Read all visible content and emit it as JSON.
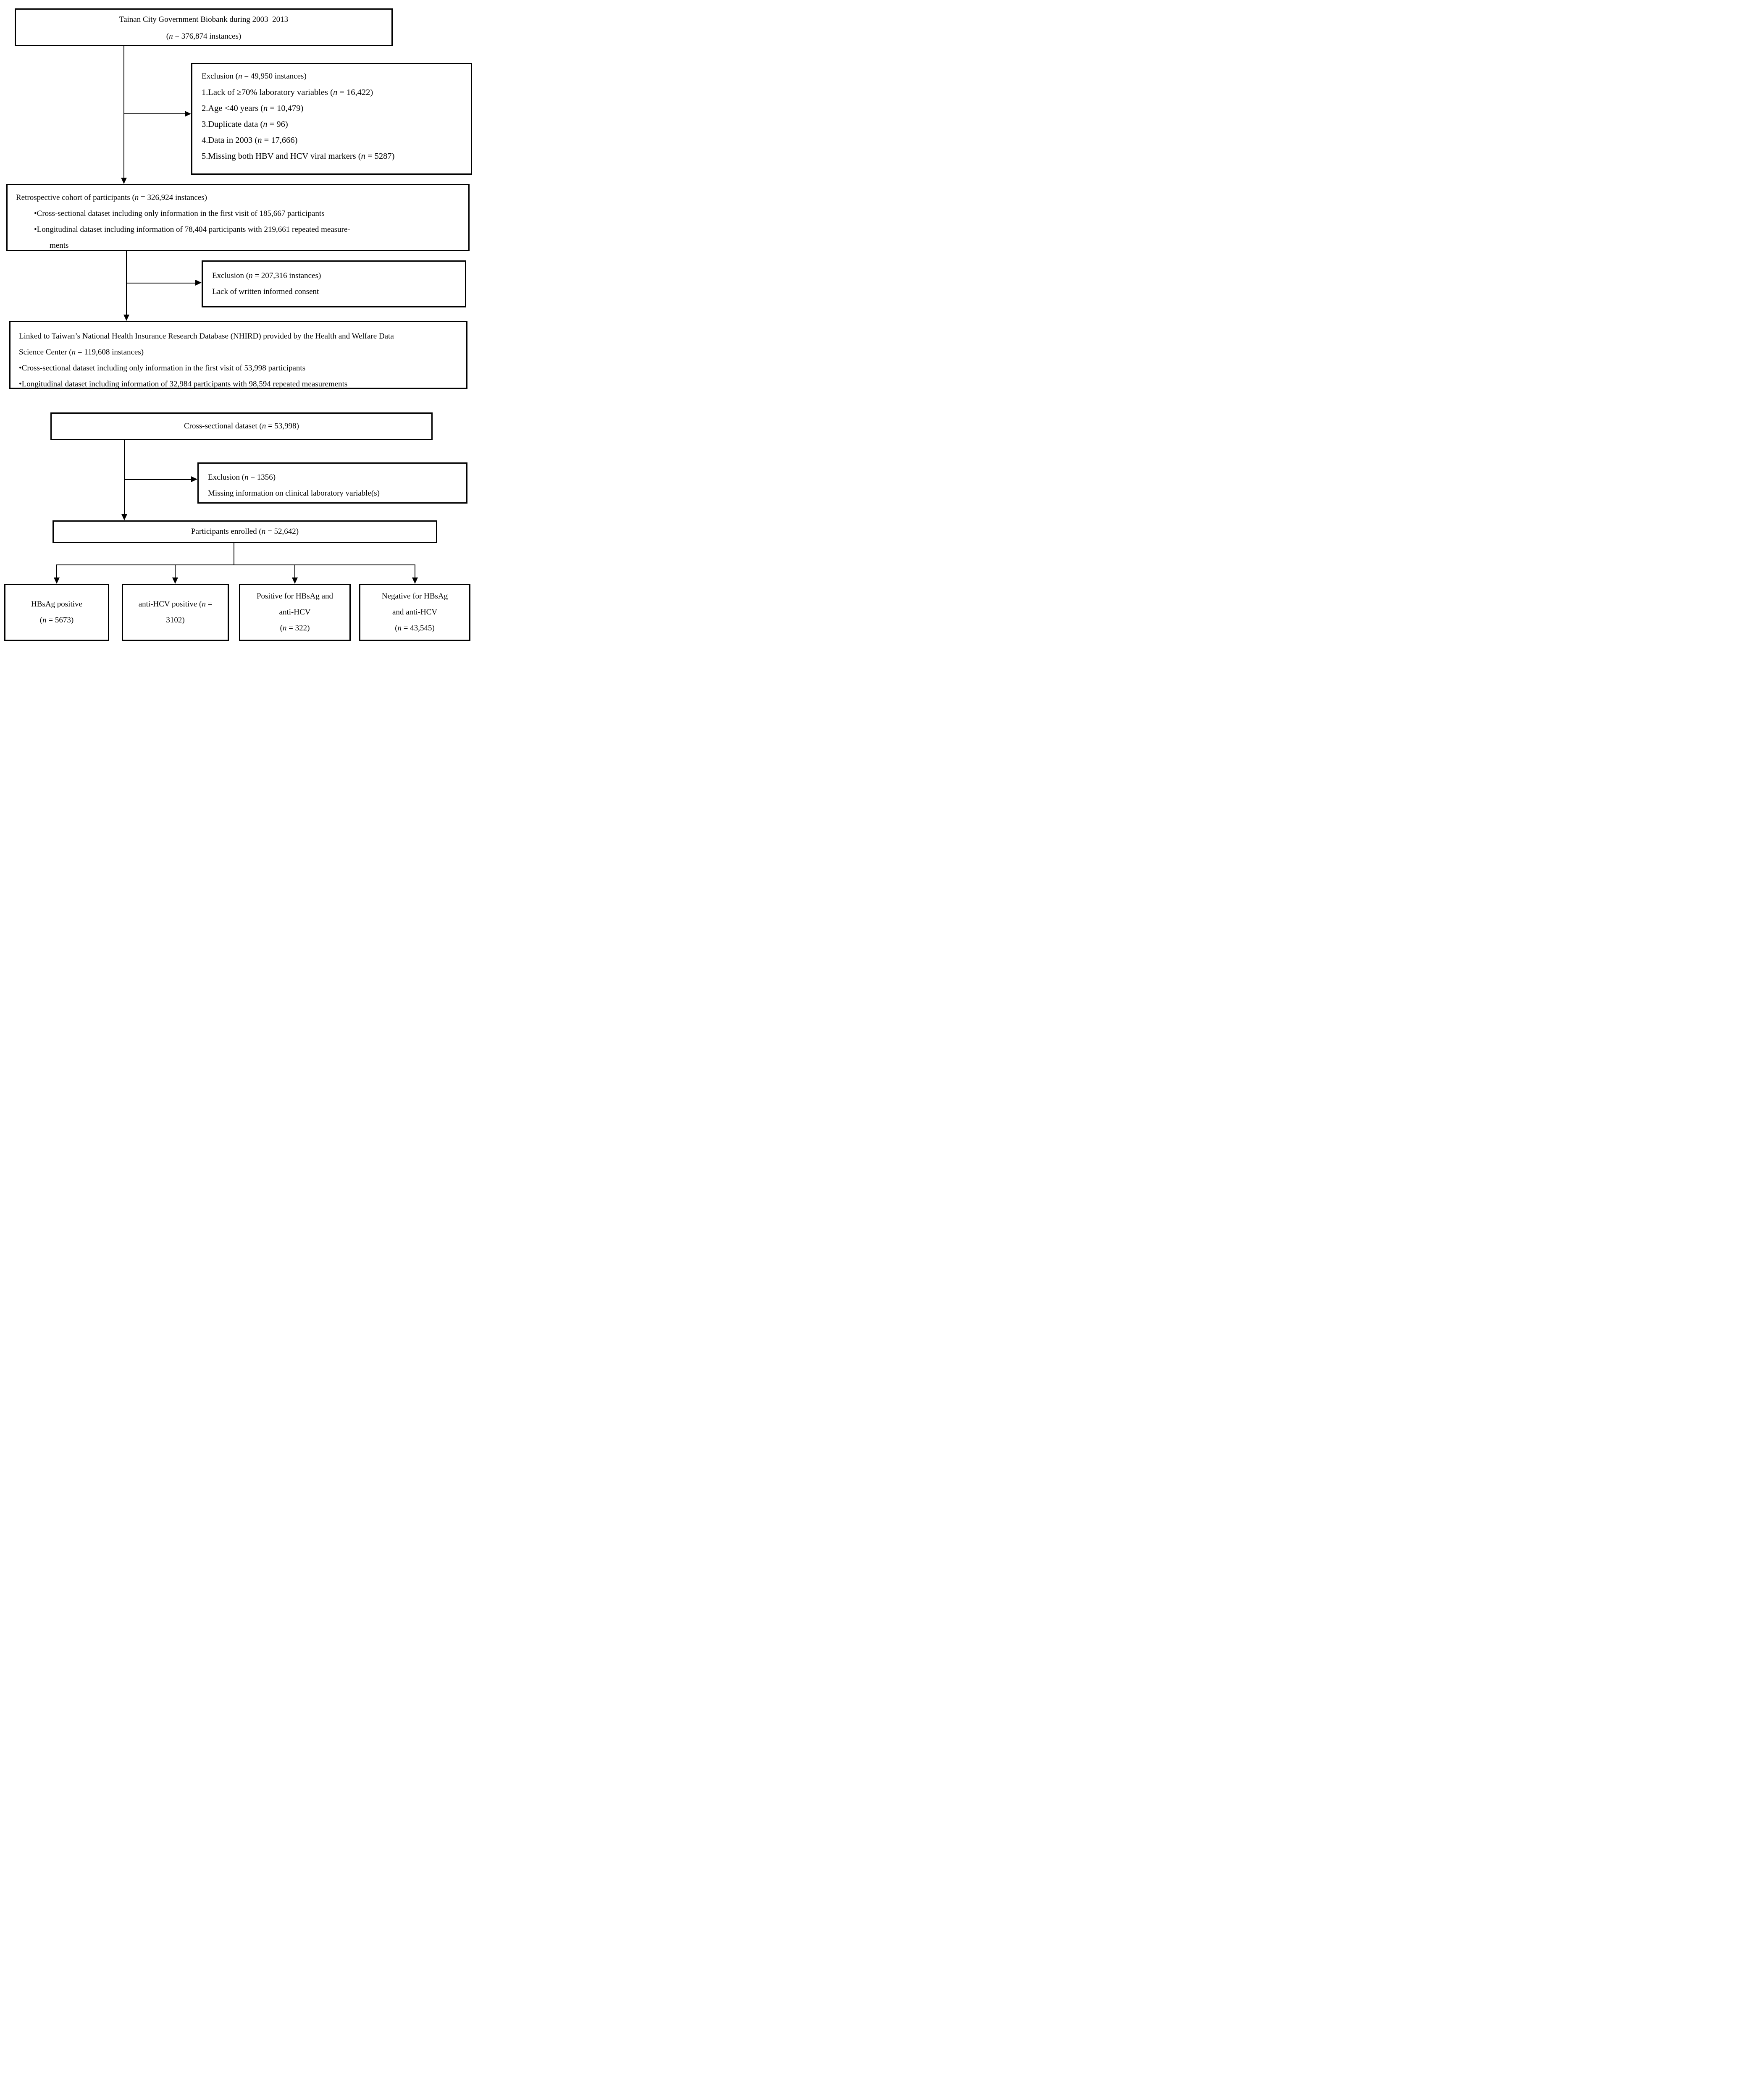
{
  "diagram": {
    "type": "study-flowchart",
    "line_color": "#000000",
    "background_color": "#ffffff",
    "boxes": {
      "biobank": {
        "line1": "Tainan City Government Biobank during 2003–2013",
        "line2": "(n = 376,874 instances)"
      },
      "exclusion1": {
        "header": "Exclusion (n = 49,950 instances)",
        "items": [
          "1.Lack of ≥70% laboratory variables (n = 16,422)",
          "2.Age <40 years (n = 10,479)",
          "3.Duplicate data (n = 96)",
          "4.Data in 2003 (n = 17,666)",
          "5.Missing both HBV and HCV viral markers (n = 5287)"
        ]
      },
      "retrospective": {
        "header": "Retrospective cohort of participants (n = 326,924 instances)",
        "bullet1": "•Cross-sectional dataset including only information in the first visit of 185,667 participants",
        "bullet2": "•Longitudinal dataset including information of 78,404 participants with 219,661 repeated measure-",
        "bullet2_continuation": "ments"
      },
      "exclusion2": {
        "line1": "Exclusion (n = 207,316 instances)",
        "line2": "Lack of written informed consent"
      },
      "nhird": {
        "line1": "Linked to Taiwan’s National Health Insurance Research Database (NHIRD) provided by the Health and Welfare Data",
        "line2": "Science Center (n = 119,608 instances)",
        "bullet1": "•Cross-sectional dataset including only information in the first visit of 53,998 participants",
        "bullet2": "•Longitudinal dataset including information of 32,984 participants with 98,594 repeated measurements"
      },
      "cross_sectional": {
        "line1": "Cross-sectional dataset (n = 53,998)"
      },
      "exclusion3": {
        "line1": "Exclusion (n = 1356)",
        "line2": "Missing information on clinical laboratory variable(s)"
      },
      "enrolled": {
        "line1": "Participants enrolled (n = 52,642)"
      },
      "hbsag_positive": {
        "line1": "HBsAg positive",
        "line2": "(n = 5673)"
      },
      "anti_hcv_positive": {
        "line1": "anti-HCV positive (n =",
        "line2": "3102)"
      },
      "both_positive": {
        "line1": "Positive for HBsAg and",
        "line2": "anti-HCV",
        "line3": "(n = 322)"
      },
      "both_negative": {
        "line1": "Negative for HBsAg",
        "line2": "and anti-HCV",
        "line3": "(n = 43,545)"
      }
    }
  }
}
